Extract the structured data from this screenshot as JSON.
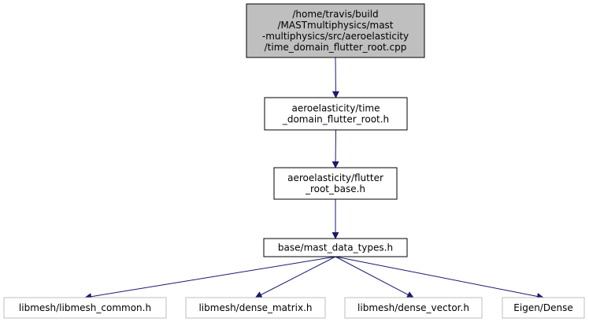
{
  "colors": {
    "root_fill": "#bfbfbf",
    "node_fill": "#ffffff",
    "node_border": "#000000",
    "external_border": "#bfbfbf",
    "edge": "#191970"
  },
  "nodes": [
    {
      "id": "root",
      "lines": [
        "/home/travis/build",
        "/MASTmultiphysics/mast",
        "-multiphysics/src/aeroelasticity",
        "/time_domain_flutter_root.cpp"
      ],
      "kind": "root"
    },
    {
      "id": "tdfr",
      "lines": [
        "aeroelasticity/time",
        "_domain_flutter_root.h"
      ],
      "kind": "normal"
    },
    {
      "id": "frb",
      "lines": [
        "aeroelasticity/flutter",
        "_root_base.h"
      ],
      "kind": "normal"
    },
    {
      "id": "mdt",
      "lines": [
        "base/mast_data_types.h"
      ],
      "kind": "normal"
    },
    {
      "id": "lmc",
      "lines": [
        "libmesh/libmesh_common.h"
      ],
      "kind": "external"
    },
    {
      "id": "dm",
      "lines": [
        "libmesh/dense_matrix.h"
      ],
      "kind": "external"
    },
    {
      "id": "dv",
      "lines": [
        "libmesh/dense_vector.h"
      ],
      "kind": "external"
    },
    {
      "id": "eigen",
      "lines": [
        "Eigen/Dense"
      ],
      "kind": "external"
    }
  ],
  "edges": [
    {
      "from": "root",
      "to": "tdfr"
    },
    {
      "from": "tdfr",
      "to": "frb"
    },
    {
      "from": "frb",
      "to": "mdt"
    },
    {
      "from": "mdt",
      "to": "lmc"
    },
    {
      "from": "mdt",
      "to": "dm"
    },
    {
      "from": "mdt",
      "to": "dv"
    },
    {
      "from": "mdt",
      "to": "eigen"
    }
  ]
}
